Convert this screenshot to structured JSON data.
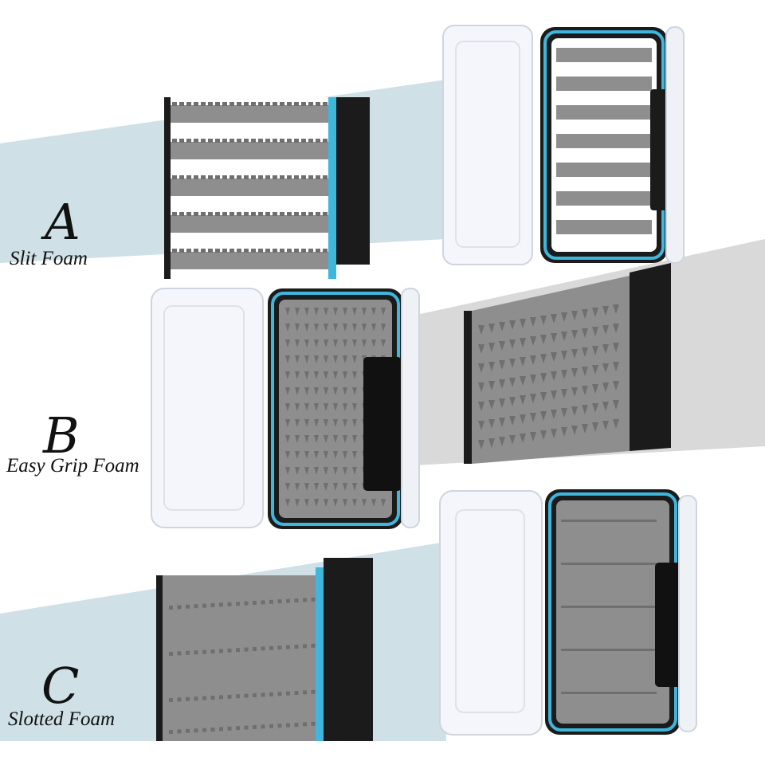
{
  "panels": [
    {
      "letter": "A",
      "name": "Slit Foam"
    },
    {
      "letter": "B",
      "name": "Easy Grip Foam"
    },
    {
      "letter": "C",
      "name": "Slotted Foam"
    }
  ],
  "colors": {
    "band_blue": "#cfe0e6",
    "band_grey": "#d9d9d9",
    "foam": "#8e8e8e",
    "foam_dark": "#6f6f6f",
    "frame": "#1b1b1b",
    "trim": "#3fb6dc",
    "lid": "#f4f6fb"
  }
}
